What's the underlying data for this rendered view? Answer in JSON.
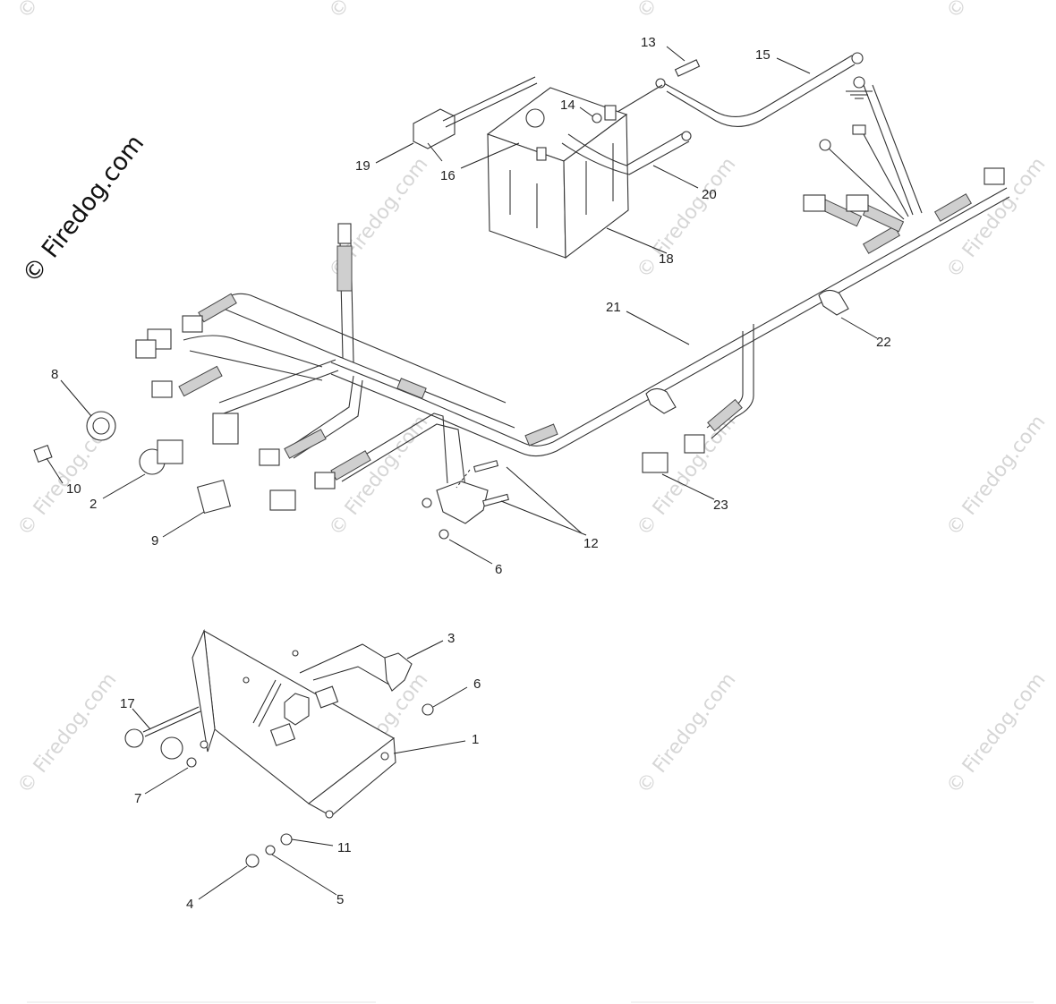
{
  "watermark": {
    "main": "© Firedog.com",
    "repeat": "© Firedog.com"
  },
  "callouts": [
    {
      "id": "c1",
      "label": "1"
    },
    {
      "id": "c2",
      "label": "2"
    },
    {
      "id": "c3",
      "label": "3"
    },
    {
      "id": "c4",
      "label": "4"
    },
    {
      "id": "c5",
      "label": "5"
    },
    {
      "id": "c6a",
      "label": "6"
    },
    {
      "id": "c6b",
      "label": "6"
    },
    {
      "id": "c7",
      "label": "7"
    },
    {
      "id": "c8",
      "label": "8"
    },
    {
      "id": "c9",
      "label": "9"
    },
    {
      "id": "c10",
      "label": "10"
    },
    {
      "id": "c11",
      "label": "11"
    },
    {
      "id": "c12",
      "label": "12"
    },
    {
      "id": "c13",
      "label": "13"
    },
    {
      "id": "c14",
      "label": "14"
    },
    {
      "id": "c15",
      "label": "15"
    },
    {
      "id": "c16",
      "label": "16"
    },
    {
      "id": "c17",
      "label": "17"
    },
    {
      "id": "c18",
      "label": "18"
    },
    {
      "id": "c19",
      "label": "19"
    },
    {
      "id": "c20",
      "label": "20"
    },
    {
      "id": "c21",
      "label": "21"
    },
    {
      "id": "c22",
      "label": "22"
    },
    {
      "id": "c23",
      "label": "23"
    }
  ],
  "colors": {
    "line": "#222222",
    "watermark": "#d6d6d6",
    "background": "#ffffff"
  }
}
